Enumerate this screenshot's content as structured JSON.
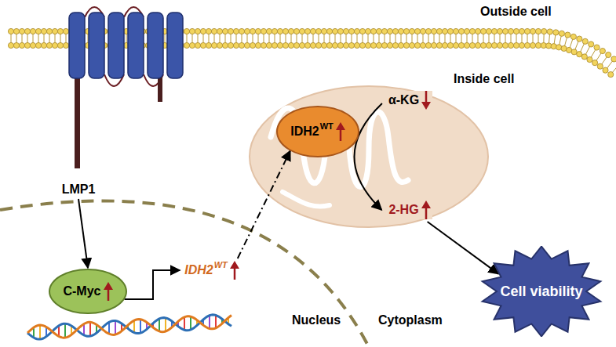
{
  "diagram": {
    "nodes": [
      {
        "text": [
          "LMP1"
        ]
      },
      {
        "text": [
          "C-Myc"
        ]
      },
      {
        "text": [
          "IDH2",
          "WT"
        ]
      },
      {
        "text": [
          "IDH2",
          "WT"
        ]
      },
      {
        "text": [
          "α-KG"
        ]
      },
      {
        "text": [
          "2-HG"
        ]
      },
      {
        "text": [
          "Cell viability"
        ]
      }
    ],
    "edges": [
      {
        "from": 0,
        "to": 1,
        "arrow": "to"
      },
      {
        "from": 1,
        "to": 2,
        "arrow": "to"
      },
      {
        "from": 2,
        "to": 3,
        "arrow": "to"
      },
      {
        "from": 4,
        "to": 5,
        "arrow": "to"
      },
      {
        "from": 5,
        "to": 6,
        "arrow": "to"
      }
    ],
    "labels": [
      "Outside cell",
      "Inside cell",
      "Nucleus",
      "Cytoplasm"
    ]
  }
}
